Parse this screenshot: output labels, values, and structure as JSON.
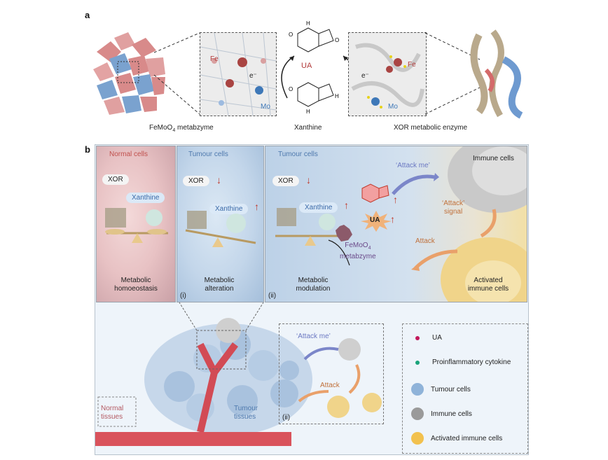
{
  "panel_a": {
    "letter": "a",
    "left_label_prefix": "FeMoO",
    "left_label_sub": "4",
    "left_label_suffix": " metabzyme",
    "center_label": "Xanthine",
    "right_label": "XOR metabolic enzyme",
    "ua_label": "UA",
    "fe_label": "Fe",
    "mo_label": "Mo",
    "electron": "e⁻"
  },
  "panel_b": {
    "letter": "b",
    "normal": {
      "title": "Normal cells",
      "xor": "XOR",
      "xanthine": "Xanthine",
      "caption_line1": "Metabolic",
      "caption_line2": "homoeostasis"
    },
    "tumour_i": {
      "title": "Tumour cells",
      "xor": "XOR",
      "xanthine": "Xanthine",
      "caption_line1": "Metabolic",
      "caption_line2": "alteration",
      "index": "(i)"
    },
    "tumour_ii": {
      "title": "Tumour cells",
      "xor": "XOR",
      "xanthine": "Xanthine",
      "ua": "UA",
      "metabzyme_prefix": "FeMoO",
      "metabzyme_sub": "4",
      "metabzyme_line2": "metabzyme",
      "caption_line1": "Metabolic",
      "caption_line2": "modulation",
      "index": "(ii)",
      "attack_me": "‘Attack me’",
      "attack_signal_line1": "‘Attack’",
      "attack_signal_line2": "signal",
      "attack": "Attack",
      "immune_cells": "Immune cells",
      "activated_line1": "Activated",
      "activated_line2": "immune cells"
    },
    "bottom": {
      "normal_tissues_line1": "Normal",
      "normal_tissues_line2": "tissues",
      "tumour_tissues_line1": "Tumour",
      "tumour_tissues_line2": "tissues",
      "inset_attack_me": "‘Attack me’",
      "inset_attack": "Attack",
      "inset_index": "(ii)"
    },
    "legend": [
      {
        "label": "UA",
        "icon": "ua-dot-icon",
        "color": "#c2185b"
      },
      {
        "label": "Proinflammatory cytokine",
        "icon": "cytokine-dot-icon",
        "color": "#1aa37a"
      },
      {
        "label": "Tumour cells",
        "icon": "tumour-cell-icon",
        "color": "#8fb3d9"
      },
      {
        "label": "Immune cells",
        "icon": "immune-cell-icon",
        "color": "#9a9a9a"
      },
      {
        "label": "Activated immune cells",
        "icon": "activated-cell-icon",
        "color": "#f2c14e"
      }
    ]
  }
}
